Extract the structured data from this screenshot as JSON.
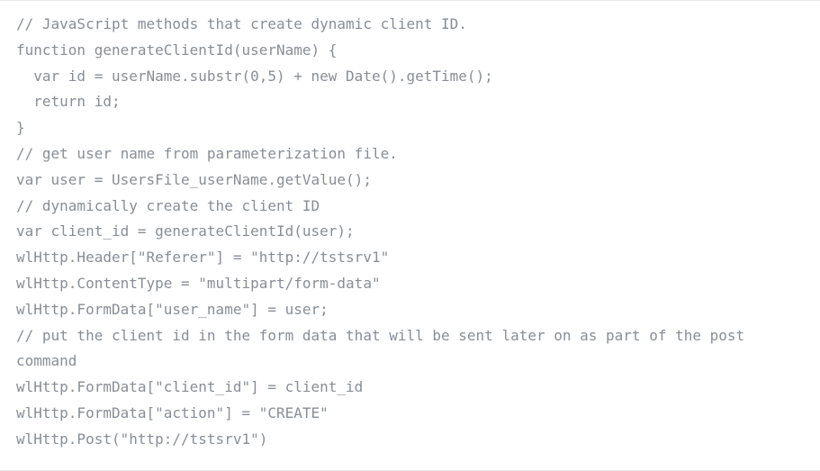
{
  "code_block": {
    "language": "javascript",
    "text_color": "#888e96",
    "background_color": "#ffffff",
    "border_color": "#e9e9e9",
    "lines": [
      "// JavaScript methods that create dynamic client ID.",
      "function generateClientId(userName) {",
      "  var id = userName.substr(0,5) + new Date().getTime();",
      "  return id;",
      "}",
      "// get user name from parameterization file.",
      "var user = UsersFile_userName.getValue();",
      "// dynamically create the client ID",
      "var client_id = generateClientId(user);",
      "wlHttp.Header[\"Referer\"] = \"http://tstsrv1\"",
      "wlHttp.ContentType = \"multipart/form-data\"",
      "wlHttp.FormData[\"user_name\"] = user;",
      "// put the client id in the form data that will be sent later on as part of the post command",
      "wlHttp.FormData[\"client_id\"] = client_id",
      "wlHttp.FormData[\"action\"] = \"CREATE\"",
      "wlHttp.Post(\"http://tstsrv1\")"
    ]
  }
}
